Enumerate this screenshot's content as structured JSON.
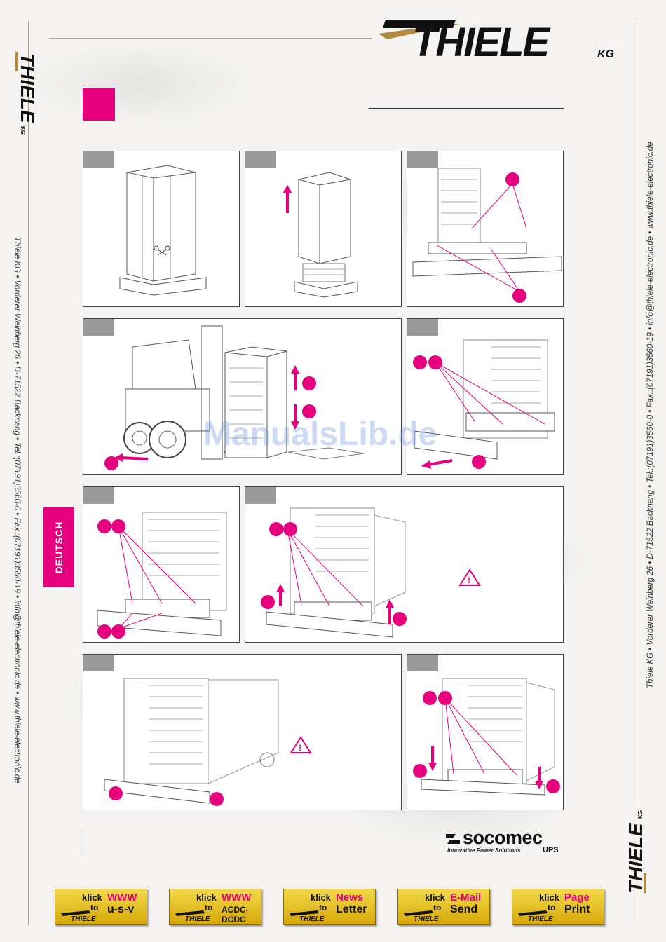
{
  "brand": {
    "logo_text": "THIELE",
    "logo_suffix": "KG",
    "side_logo_text": "THIELE",
    "side_logo_suffix": "KG",
    "bottom_logo_text": "THIELE",
    "bottom_logo_suffix": "KG",
    "accent_color": "#e6007e",
    "gold_color": "#b08a3e"
  },
  "left_address": "Thiele KG • Vorderer Weinberg 26 • D-71522 Backnang • Tel.:(07191)3560-0 • Fax.:(07191)3560-19 • info@thiele-electronic.de • www.thiele-electronic.de",
  "right_address": "Thiele KG • Vorderer Weinberg 26 • D-71522 Backnang • Tel.:(07191)3560-0 • Fax.:(07191)3560-19 • info@thiele-electronic.de • www.thiele-electronic.de",
  "language_tab": "DEUTSCH",
  "watermark": "ManualsLib.de",
  "socomec": {
    "name": "socomec",
    "tagline": "Innovative Power Solutions",
    "ups": "UPS"
  },
  "icons": [
    "scissors-icon",
    "arrow-up-icon",
    "arrow-down-icon",
    "warning-icon",
    "forklift-icon"
  ],
  "buttons": [
    {
      "klick": "klick",
      "to": "to",
      "line1": "WWW",
      "line2": "u-s-v"
    },
    {
      "klick": "klick",
      "to": "to",
      "line1": "WWW",
      "line2": "ACDC-DCDC"
    },
    {
      "klick": "klick",
      "to": "to",
      "line1": "News",
      "line2": "Letter"
    },
    {
      "klick": "klick",
      "to": "to",
      "line1": "E-Mail",
      "line2": "Send"
    },
    {
      "klick": "klick",
      "to": "to",
      "line1": "Page",
      "line2": "Print"
    }
  ]
}
